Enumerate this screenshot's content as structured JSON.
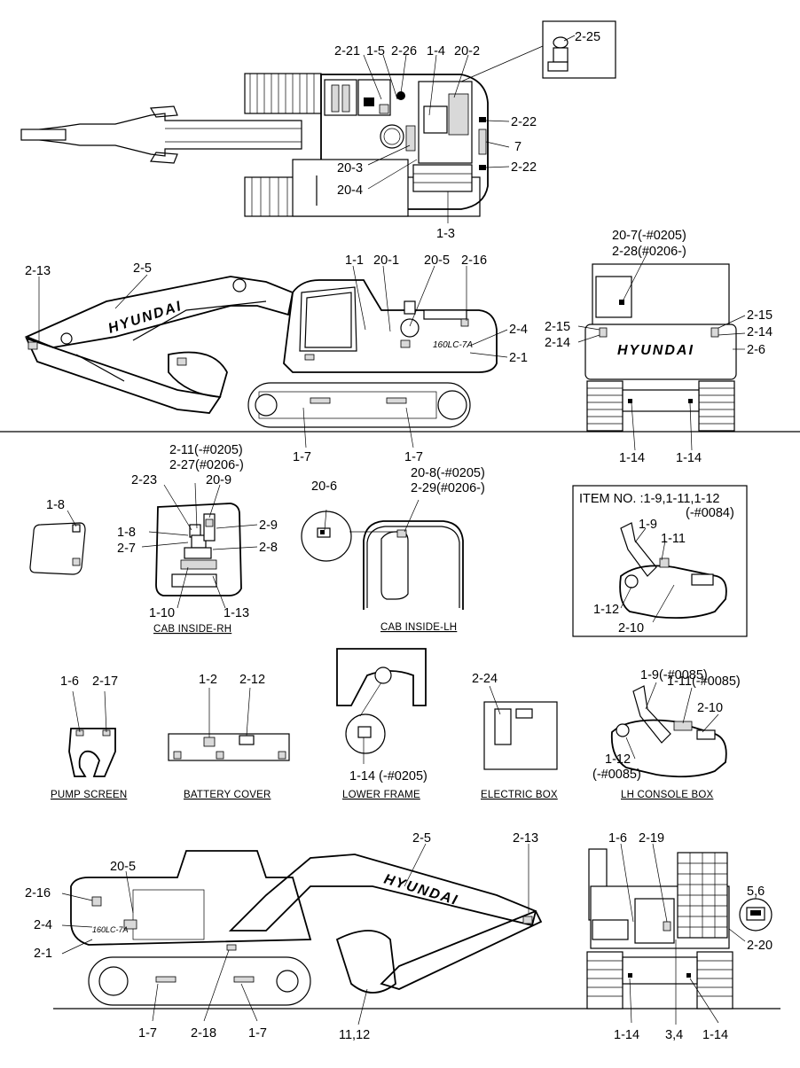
{
  "labels": {
    "top": [
      "2-21",
      "1-5",
      "2-26",
      "1-4",
      "20-2",
      "2-25",
      "2-22",
      "7",
      "2-22",
      "20-3",
      "20-4",
      "1-3"
    ],
    "side": [
      "2-13",
      "2-5",
      "1-1",
      "20-1",
      "20-5",
      "2-16",
      "2-4",
      "2-1",
      "1-7",
      "1-7"
    ],
    "rear": [
      "20-7(-#0205)",
      "2-28(#0206-)",
      "2-15",
      "2-14",
      "2-15",
      "2-14",
      "2-6",
      "1-14",
      "1-14"
    ],
    "cab_rh": [
      "1-8",
      "2-11(-#0205)",
      "2-27(#0206-)",
      "2-23",
      "20-9",
      "1-8",
      "2-9",
      "2-7",
      "2-8",
      "1-10",
      "1-13"
    ],
    "cab_lh": [
      "20-6",
      "20-8(-#0205)",
      "2-29(#0206-)"
    ],
    "item_box": [
      "1-9",
      "1-11",
      "1-12",
      "2-10"
    ],
    "pump": [
      "1-6",
      "2-17"
    ],
    "battery": [
      "1-2",
      "2-12"
    ],
    "lower": [
      "1-14 (-#0205)"
    ],
    "electric": [
      "2-24"
    ],
    "lh_console": [
      "1-9(-#0085)",
      "1-11(-#0085)",
      "2-10",
      "1-12",
      "(-#0085)"
    ],
    "bottom_side": [
      "2-5",
      "2-13",
      "20-5",
      "2-16",
      "2-4",
      "2-1",
      "1-7",
      "2-18",
      "1-7",
      "11,12"
    ],
    "bottom_rear": [
      "1-6",
      "2-19",
      "5,6",
      "2-20",
      "1-14",
      "3,4",
      "1-14"
    ]
  },
  "captions": {
    "cab_rh": "CAB INSIDE-RH",
    "cab_lh": "CAB INSIDE-LH",
    "pump": "PUMP SCREEN",
    "battery": "BATTERY COVER",
    "lower": "LOWER FRAME",
    "electric": "ELECTRIC BOX",
    "lh_console": "LH CONSOLE BOX"
  },
  "item_box": {
    "title_line1": "ITEM NO. :1-9,1-11,1-12",
    "title_line2": "(-#0084)"
  },
  "brand_text": "HYUNDAI",
  "model_text": "160LC-7A"
}
